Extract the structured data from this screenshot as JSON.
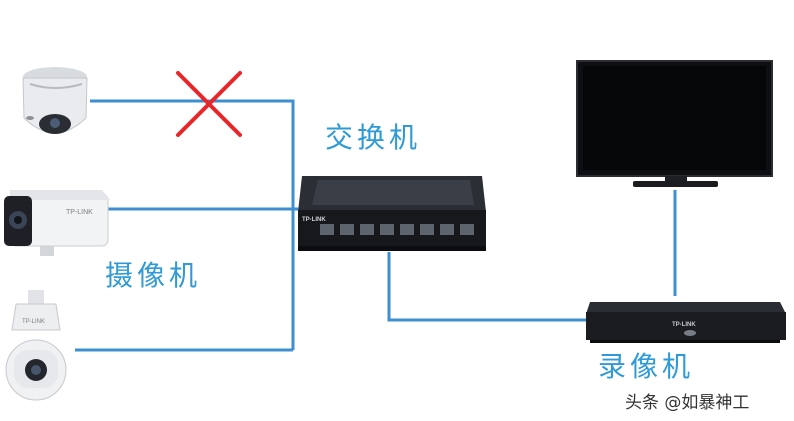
{
  "labels": {
    "switch": "交换机",
    "camera": "摄像机",
    "recorder": "录像机"
  },
  "watermark": "头条 @如暴神工",
  "colors": {
    "wire": "#3d8fd1",
    "label": "#2e9ad6",
    "cross": "#e8262a",
    "device_dark": "#1d1f24"
  },
  "devices": {
    "switch_brand": "TP-LINK",
    "nvr_brand": "TP-LINK",
    "bullet_brand": "TP-LINK",
    "ptz_brand": "TP-LINK"
  },
  "connections": [
    {
      "from": "dome-camera",
      "to": "switch",
      "status": "disconnected"
    },
    {
      "from": "bullet-camera",
      "to": "switch",
      "status": "connected"
    },
    {
      "from": "ptz-camera",
      "to": "switch",
      "status": "connected"
    },
    {
      "from": "switch",
      "to": "recorder",
      "status": "connected"
    },
    {
      "from": "tv-monitor",
      "to": "recorder",
      "status": "connected"
    }
  ]
}
